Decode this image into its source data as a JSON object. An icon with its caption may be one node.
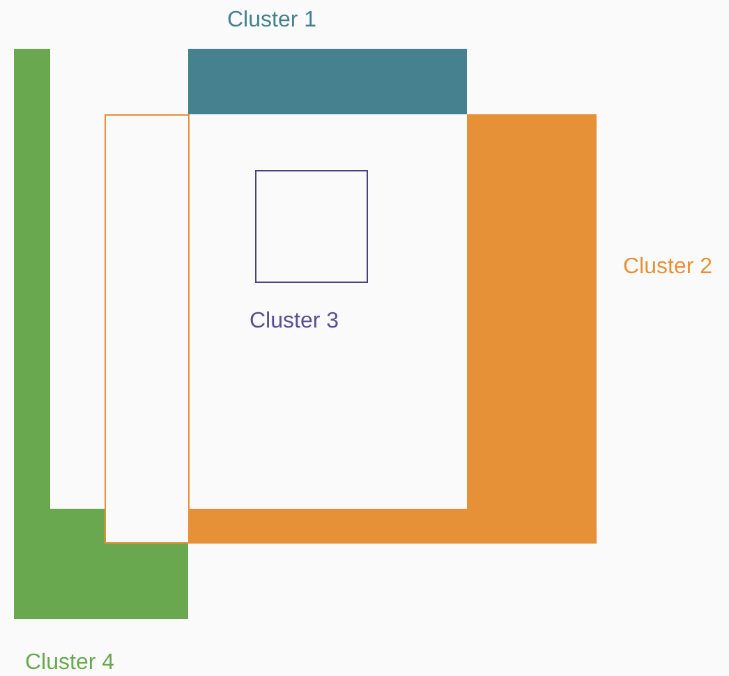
{
  "diagram": {
    "nodes": [
      {
        "text": [
          "Cluster 1"
        ]
      },
      {
        "text": [
          "Cluster 2"
        ]
      },
      {
        "text": [
          "Cluster 3"
        ],
        "in": 1
      },
      {
        "text": [
          "Cluster 4"
        ]
      }
    ]
  }
}
